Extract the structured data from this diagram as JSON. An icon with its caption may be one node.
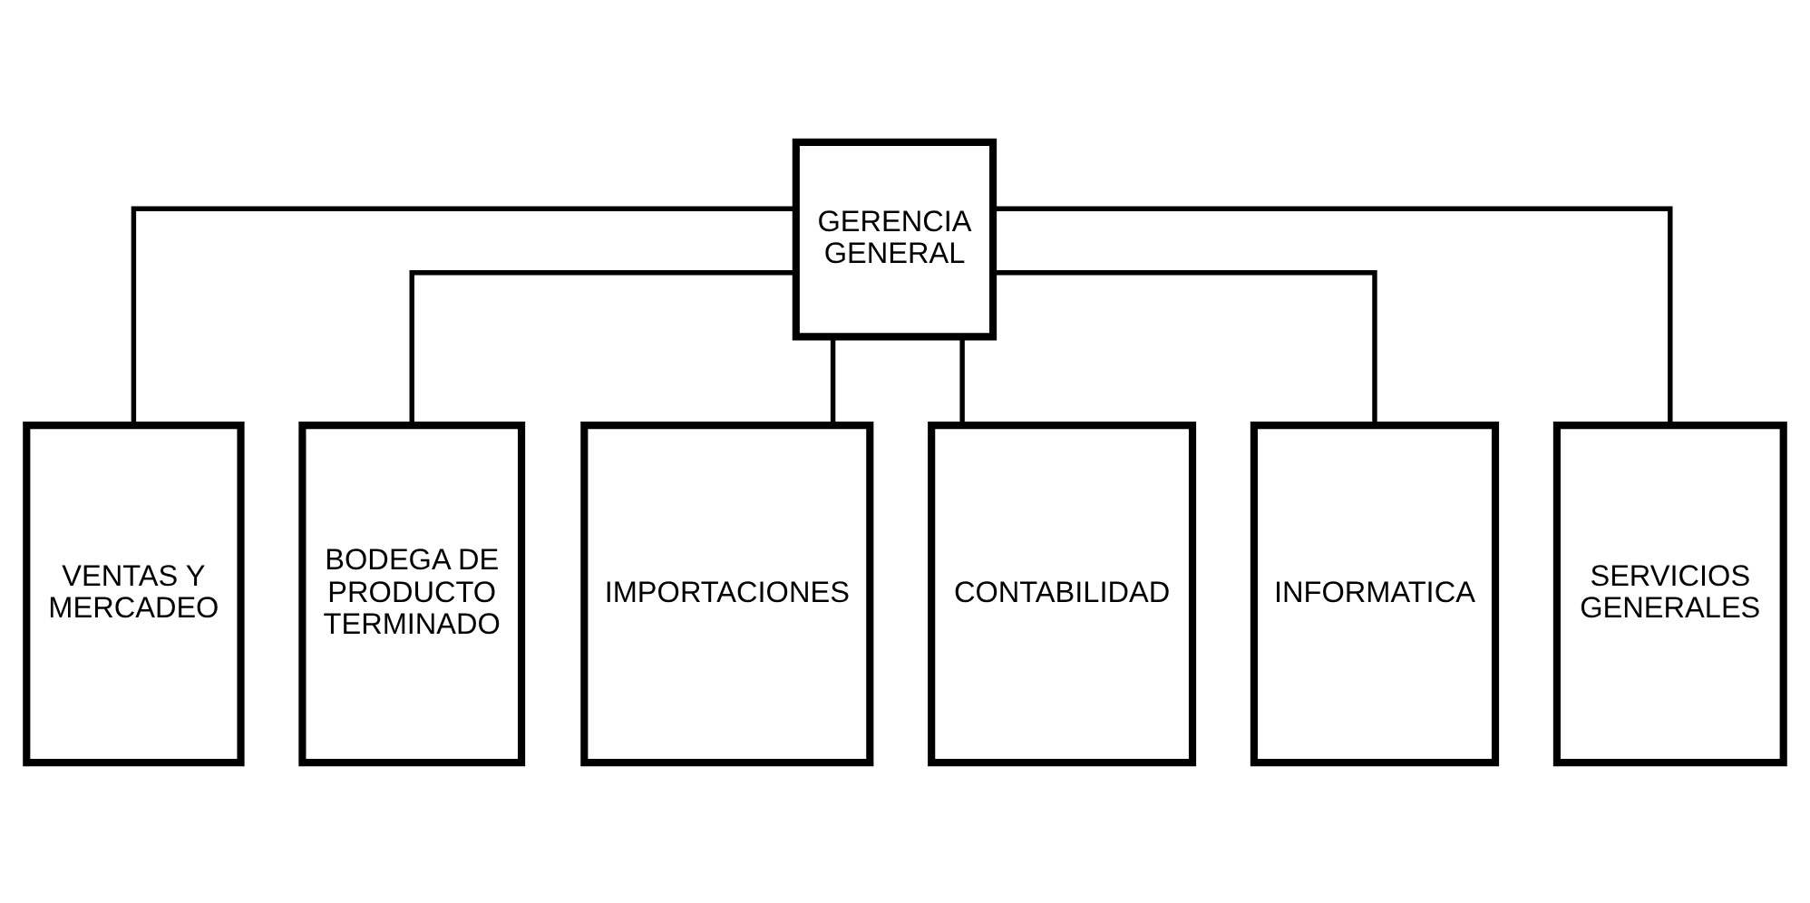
{
  "diagram": {
    "nodes": [
      {
        "text": [
          "GERENCIA GENERAL"
        ]
      },
      {
        "text": [
          "VENTAS Y MERCADEO"
        ]
      },
      {
        "text": [
          "BODEGA DE PRODUCTO TERMINADO"
        ]
      },
      {
        "text": [
          "IMPORTACIONES"
        ]
      },
      {
        "text": [
          "CONTABILIDAD"
        ]
      },
      {
        "text": [
          "INFORMATICA"
        ]
      },
      {
        "text": [
          "SERVICIOS GENERALES"
        ]
      }
    ],
    "edges": [
      {
        "from": 0,
        "to": 1,
        "arrow": "none"
      },
      {
        "from": 0,
        "to": 2,
        "arrow": "none"
      },
      {
        "from": 0,
        "to": 3,
        "arrow": "none"
      },
      {
        "from": 0,
        "to": 4,
        "arrow": "none"
      },
      {
        "from": 0,
        "to": 5,
        "arrow": "none"
      },
      {
        "from": 0,
        "to": 6,
        "arrow": "none"
      }
    ]
  }
}
